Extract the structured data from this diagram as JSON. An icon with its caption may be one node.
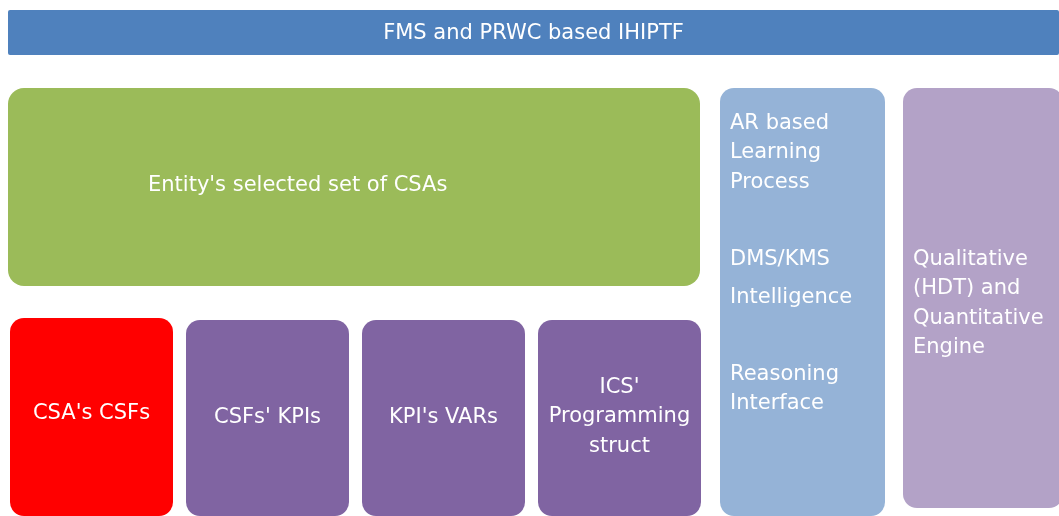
{
  "diagram": {
    "nodes": [
      {
        "text": [
          "FMS and PRWC based IHIPTF"
        ]
      },
      {
        "text": [
          "Entity's selected set of CSAs"
        ]
      },
      {
        "text": [
          "CSA's CSFs"
        ]
      },
      {
        "text": [
          "CSFs' KPIs"
        ]
      },
      {
        "text": [
          "KPI's VARs"
        ]
      },
      {
        "text": [
          "ICS' Programming struct"
        ]
      },
      {
        "text": [
          "AR based Learning Process",
          "DMS/KMS",
          "Intelligence",
          "Reasoning Interface"
        ]
      },
      {
        "text": [
          "Qualitative (HDT) and Quantitative Engine"
        ]
      }
    ]
  }
}
